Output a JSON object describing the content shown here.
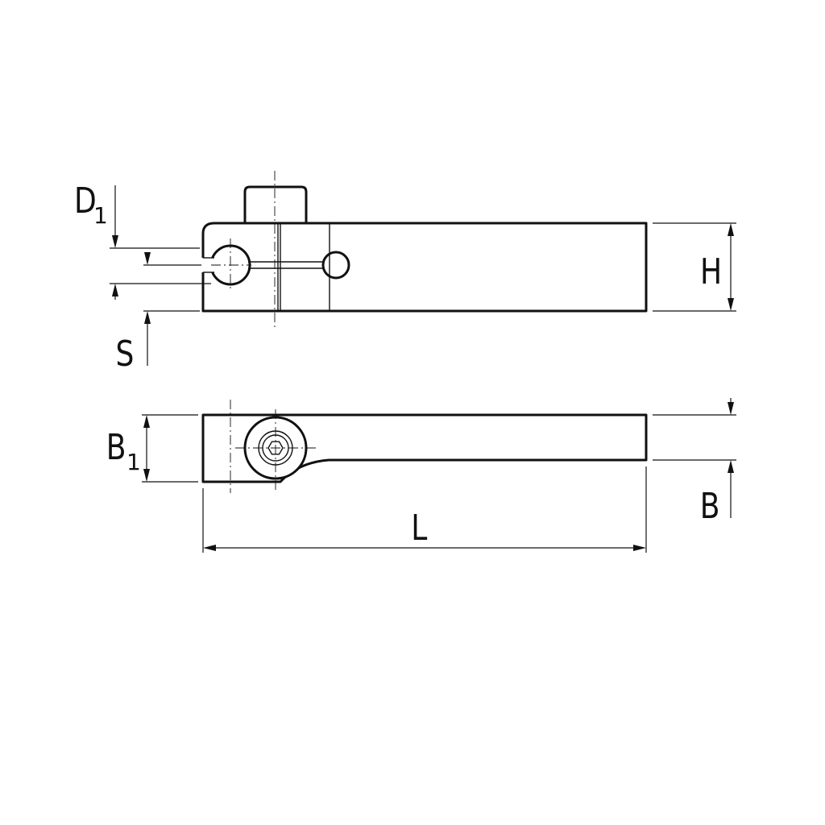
{
  "labels": {
    "d1_main": "D",
    "d1_sub": "1",
    "s": "S",
    "h": "H",
    "b1_main": "B",
    "b1_sub": "1",
    "b": "B",
    "l": "L"
  },
  "colors": {
    "line": "#111111",
    "background": "#ffffff"
  }
}
